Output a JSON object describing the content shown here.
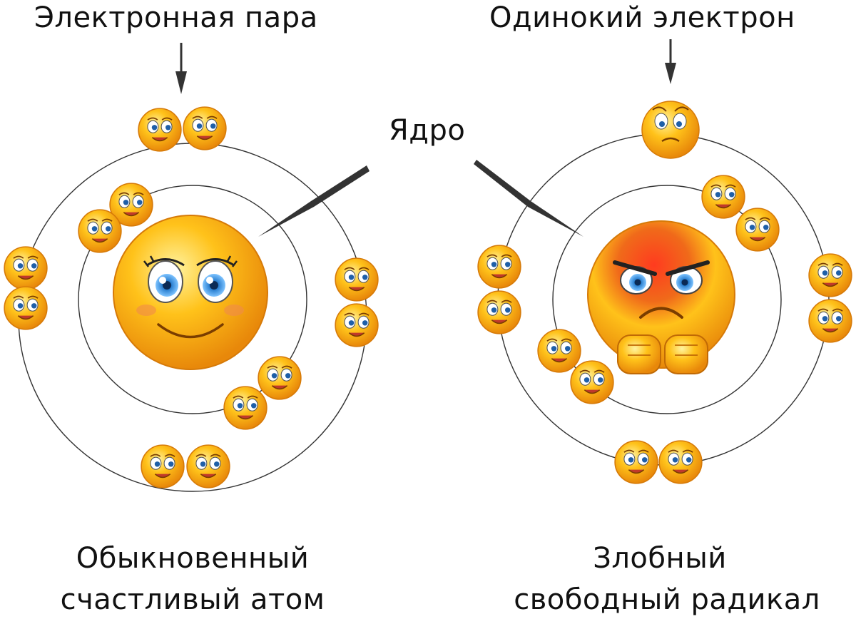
{
  "labels": {
    "electron_pair": "Электронная пара",
    "lone_electron": "Одинокий электрон",
    "nucleus": "Ядро",
    "happy_atom_line1": "Обыкновенный",
    "happy_atom_line2": "счастливый атом",
    "radical_line1": "Злобный",
    "radical_line2": "свободный радикал"
  },
  "colors": {
    "smiley_fill": "#ffc21a",
    "smiley_edge": "#e8880a",
    "anger_red": "#e8321e",
    "eye_blue": "#2a7fd0",
    "orbit": "#333333",
    "text": "#111111"
  },
  "icons": {
    "happy_nucleus": "happy-smiley-icon",
    "angry_nucleus": "angry-smiley-icon",
    "electron": "smiley-electron-icon",
    "lone_electron": "worried-smiley-icon"
  }
}
